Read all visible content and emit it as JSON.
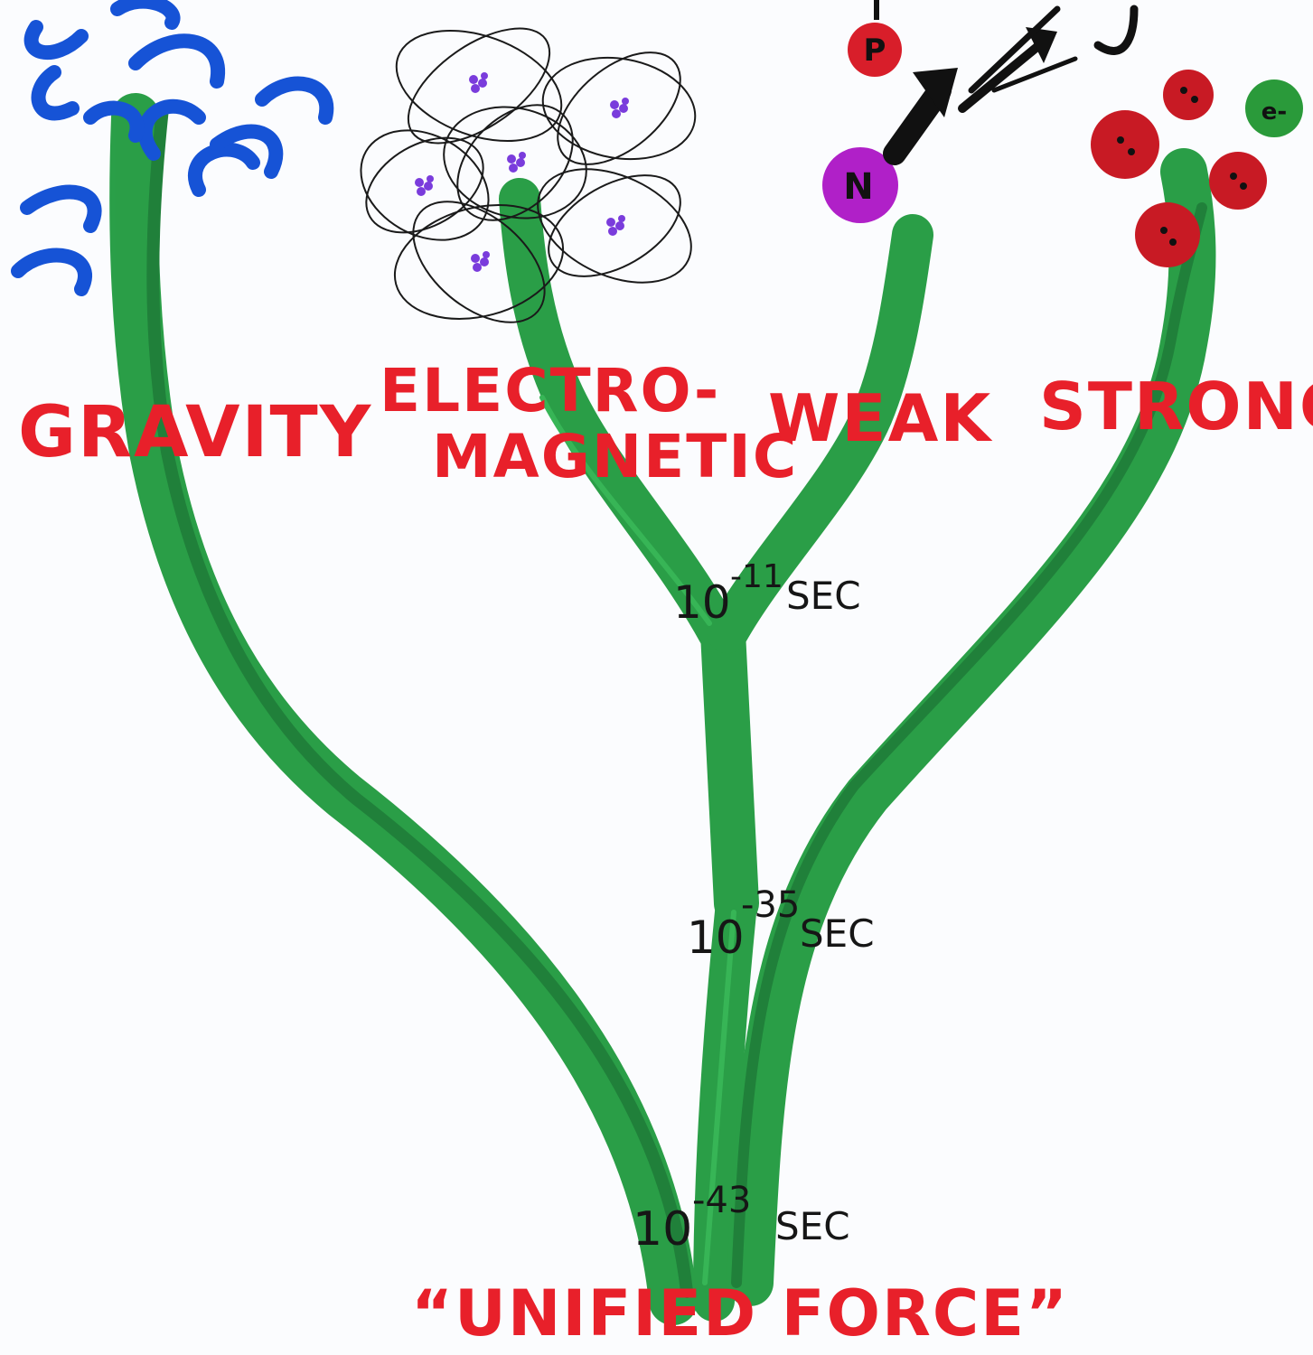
{
  "labels": {
    "gravity": "GRAVITY",
    "electro_line1": "ELECTRO-",
    "electro_line2": "MAGNETIC",
    "weak": "WEAK",
    "strong": "STRONG",
    "unified": "“UNIFIED FORCE”"
  },
  "times": {
    "t1": {
      "base": "10",
      "exp": "-11",
      "unit": "SEC"
    },
    "t2": {
      "base": "10",
      "exp": "-35",
      "unit": "SEC"
    },
    "t3": {
      "base": "10",
      "exp": "-43",
      "unit": "SEC"
    }
  },
  "particles": {
    "proton": "P",
    "neutron": "N",
    "electron": "e-"
  },
  "colors": {
    "branch_green": "#1f9a3e",
    "label_red": "#e8202a",
    "gravity_blue": "#1653d6",
    "neutron_purple": "#b020c8",
    "nucleus_purple": "#7a3cdc"
  }
}
